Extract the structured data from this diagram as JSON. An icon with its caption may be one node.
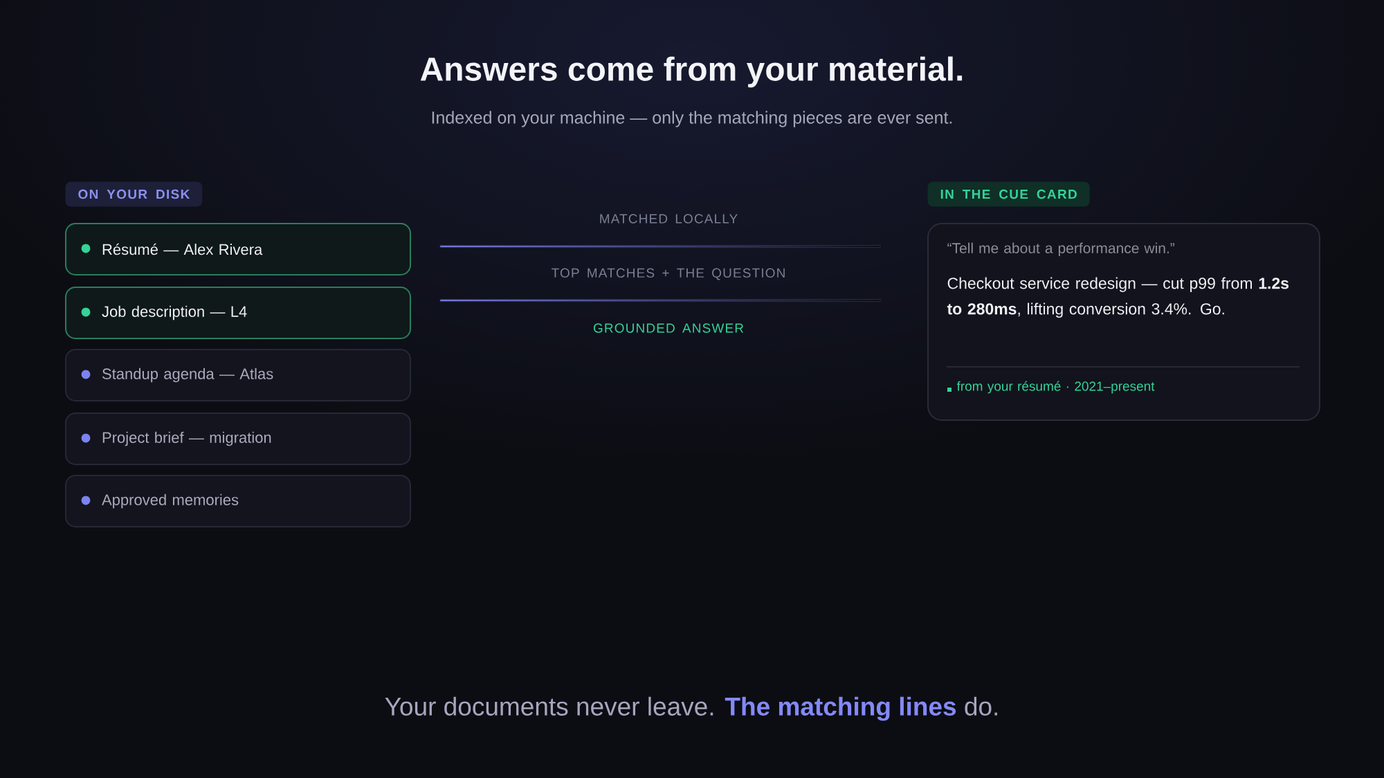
{
  "diagram": {
    "title": "Answers come from your material.",
    "nodes": [
      {
        "text": [
          "ON YOUR DISK"
        ]
      },
      {
        "text": [
          "Résumé — Alex Rivera"
        ]
      },
      {
        "text": [
          "Job description — L4"
        ]
      },
      {
        "text": [
          "Standup agenda — Atlas"
        ]
      },
      {
        "text": [
          "Project brief — migration"
        ]
      },
      {
        "text": [
          "Approved memories"
        ]
      },
      {
        "text": [
          "IN THE CUE CARD"
        ]
      },
      {
        "text": [
          "“Tell me about a performance win.”",
          "Checkout service redesign — cut p99 from **1.2s to 280ms**, lifting conversion 3.4%. Go.",
          "from your résumé · 2021–present"
        ]
      }
    ],
    "labels": [
      "Indexed on your machine — only the matching pieces are ever sent.",
      "MATCHED LOCALLY",
      "TOP MATCHES + THE QUESTION",
      "GROUNDED ANSWER",
      "Your documents never leave. **The matching lines** do."
    ]
  }
}
